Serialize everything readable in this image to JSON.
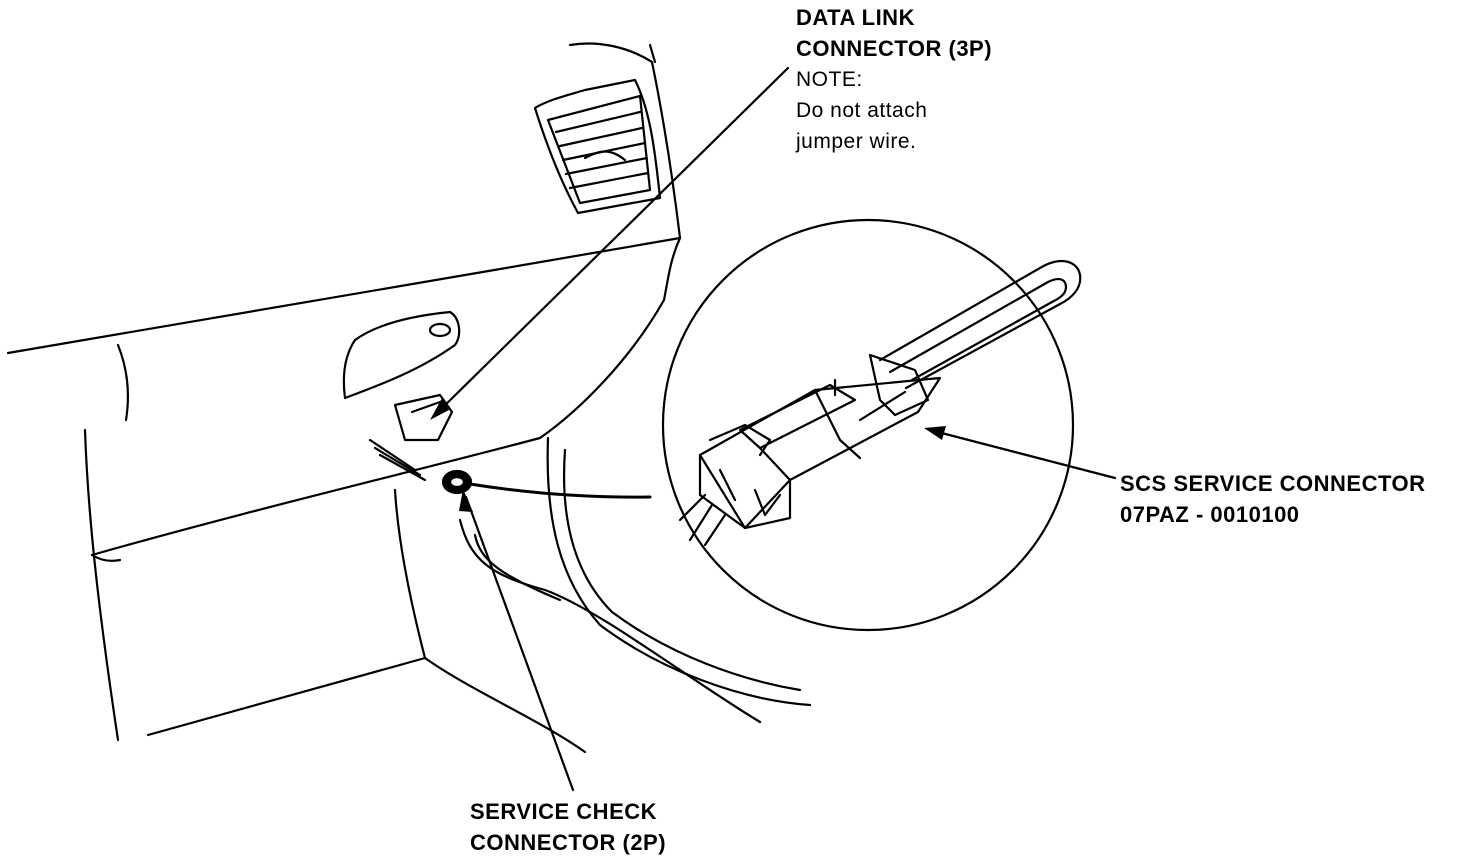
{
  "callouts": {
    "data_link": {
      "line1": "DATA LINK",
      "line2": "CONNECTOR (3P)",
      "note_label": "NOTE:",
      "note_line1": "Do not attach",
      "note_line2": "jumper wire."
    },
    "scs": {
      "line1": "SCS SERVICE CONNECTOR",
      "line2": "07PAZ - 0010100"
    },
    "service_check": {
      "line1": "SERVICE CHECK",
      "line2": "CONNECTOR (2P)"
    }
  },
  "colors": {
    "ink": "#000000",
    "paper": "#ffffff"
  }
}
